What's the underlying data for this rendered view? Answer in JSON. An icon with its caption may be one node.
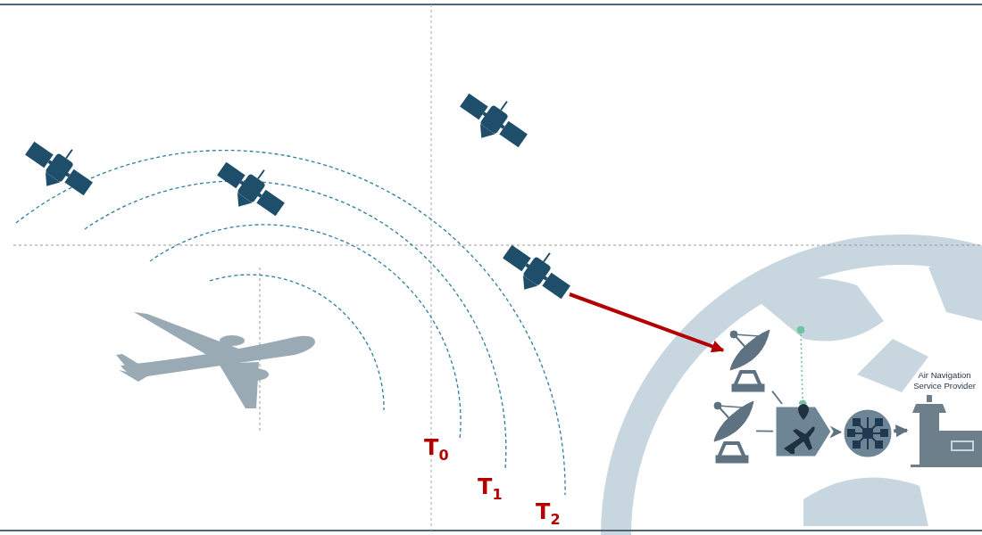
{
  "diagram": {
    "nodes": [
      {
        "text": [],
        "shape": "picture"
      },
      {
        "text": [],
        "shape": "picture"
      },
      {
        "text": [],
        "shape": "picture"
      },
      {
        "text": [],
        "shape": "picture"
      },
      {
        "text": [],
        "shape": "picture"
      },
      {
        "text": [],
        "shape": "picture"
      },
      {
        "text": [],
        "shape": "picture"
      },
      {
        "text": [],
        "shape": "picture"
      },
      {
        "text": [],
        "shape": "picture"
      },
      {
        "text": [
          "Air Navigation Service Provider"
        ]
      }
    ],
    "edges": [
      {
        "from": 3,
        "to": 5,
        "arrow": "to",
        "style": "thick",
        "color": "#b30000"
      },
      {
        "from": 5,
        "to": 7,
        "arrow": "none"
      },
      {
        "from": 6,
        "to": 7,
        "arrow": "none"
      },
      {
        "from": null,
        "to": 7,
        "arrow": "other",
        "style": "dashed",
        "color": "#6fc3a0"
      },
      {
        "from": 7,
        "to": 8,
        "arrow": "to"
      },
      {
        "from": 8,
        "to": 9,
        "arrow": "to",
        "style": "thick"
      }
    ],
    "labels": [
      "T$_{0}$",
      "T$_{1}$",
      "T$_{2}$"
    ]
  }
}
